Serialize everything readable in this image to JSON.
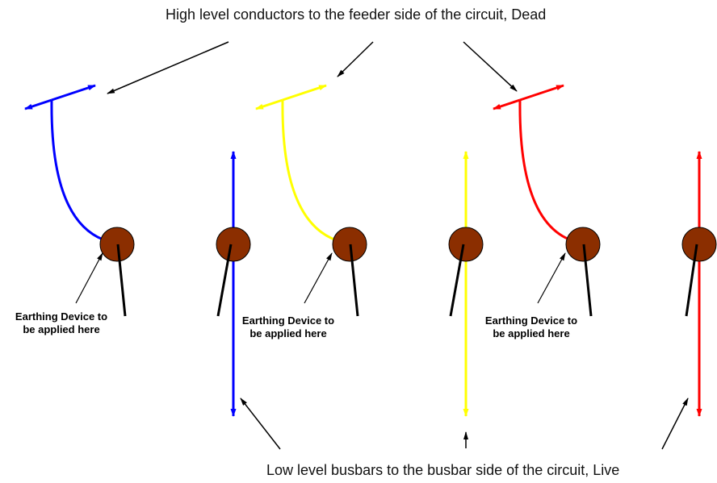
{
  "captions": {
    "top": "High level conductors to the feeder side of the circuit, Dead",
    "bottom": "Low level busbars to the busbar side of the circuit, Live"
  },
  "earthing_note": {
    "line1": "Earthing Device to",
    "line2": "be applied here"
  },
  "phase_colors": [
    "#0000ff",
    "#ffff00",
    "#ff0000"
  ],
  "contact_color": "#8b2e00",
  "blade_color": "#000000",
  "pointer_color": "#000000"
}
